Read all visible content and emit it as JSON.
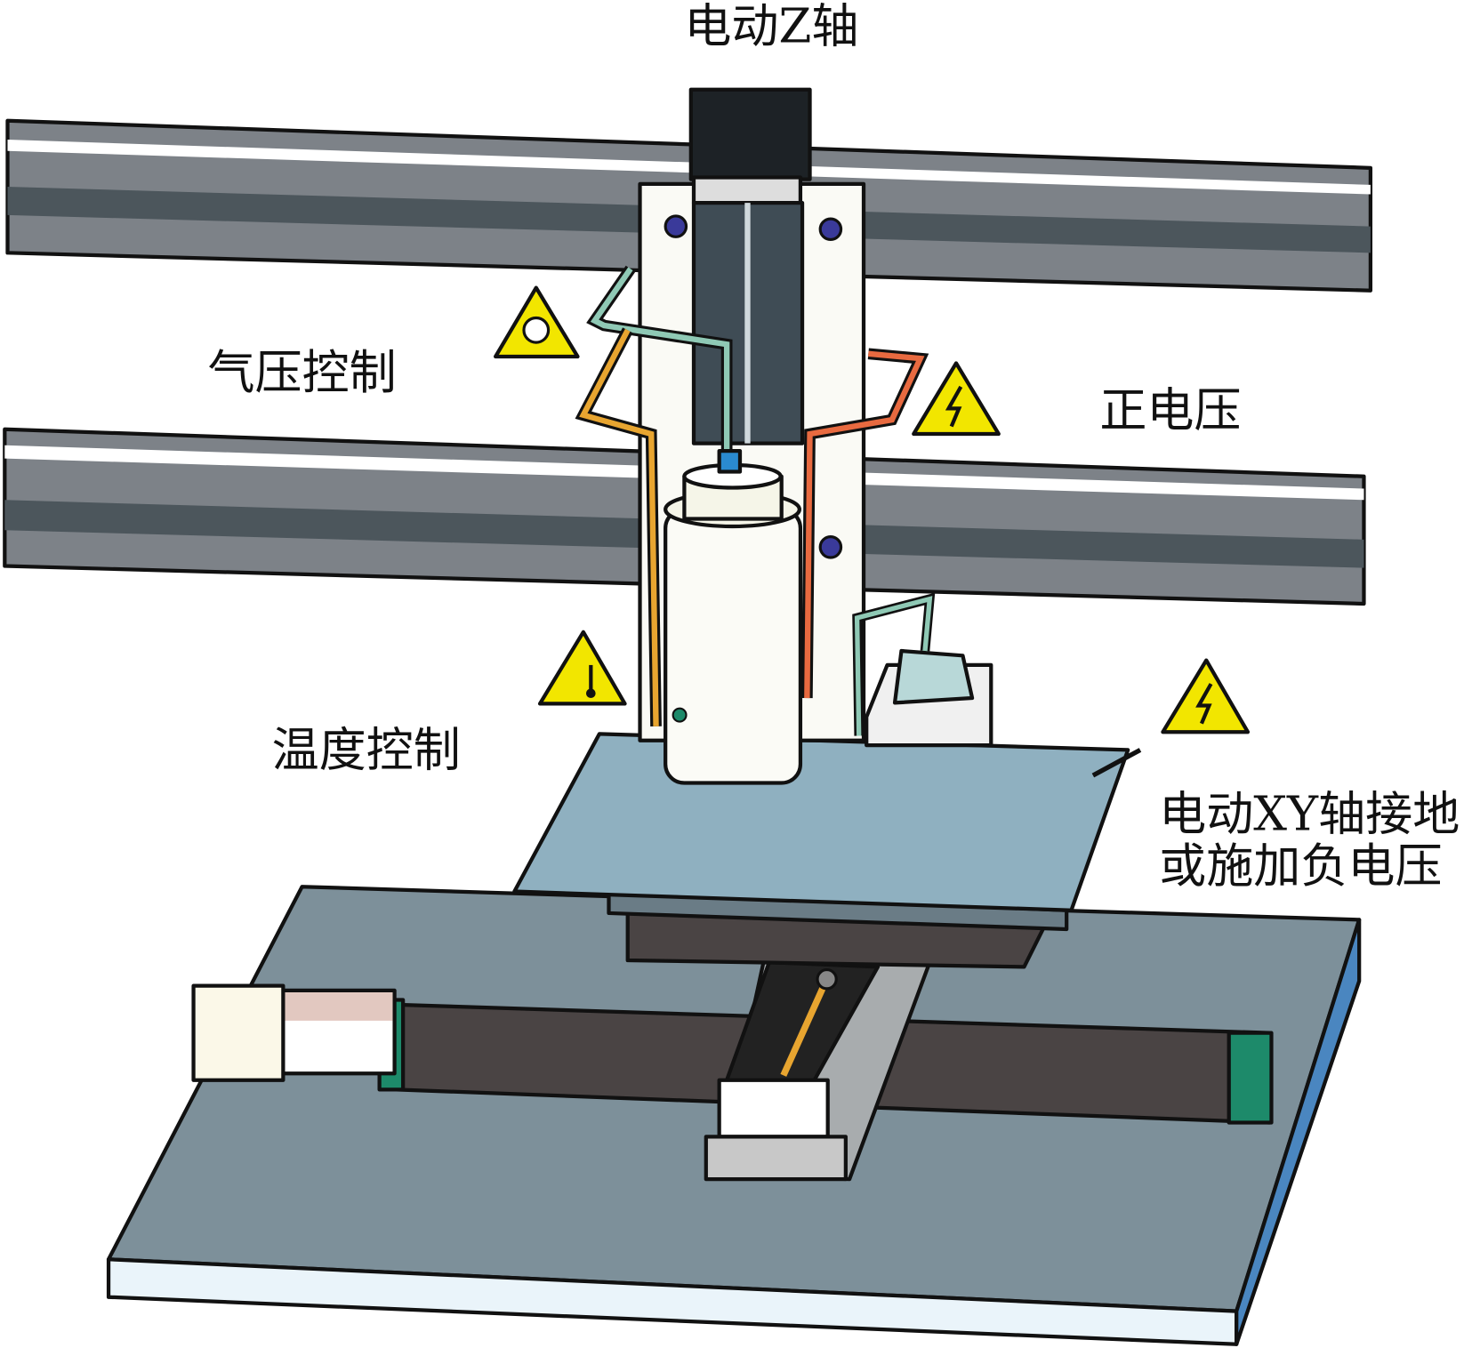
{
  "labels": {
    "z_axis": "电动Z轴",
    "pressure": "气压控制",
    "positive_voltage": "正电压",
    "temperature": "温度控制",
    "xy_line1": "电动XY轴接地",
    "xy_line2": "或施加负电压"
  },
  "colors": {
    "rail": "#7d8288",
    "rail_dark": "#4c565c",
    "plate": "#8fb0c0",
    "base": "#7d909a",
    "warning": "#f2e600",
    "tube_air": "#8fc9b5",
    "tube_heat": "#e8a530",
    "tube_hv": "#e86a40"
  }
}
